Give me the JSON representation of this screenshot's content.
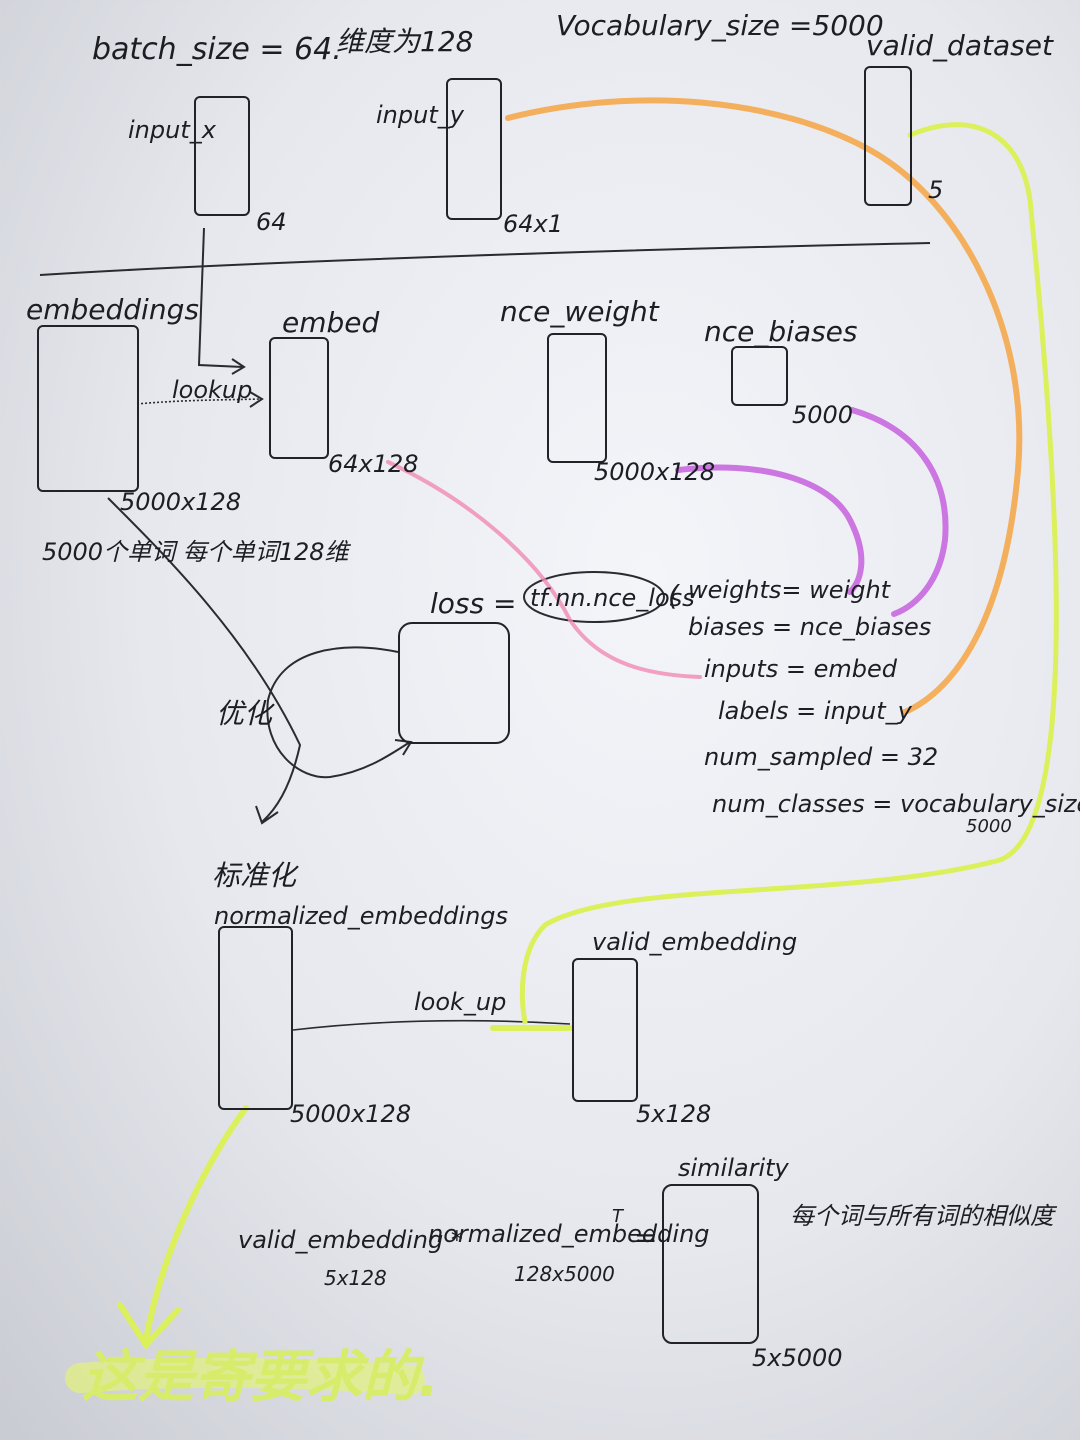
{
  "header": {
    "batch_size": "batch_size = 64.",
    "dim": "维度为128",
    "vocab": "Vocabulary_size =5000",
    "valid_dataset": "valid_dataset"
  },
  "inputs": {
    "input_x": "input_x",
    "input_x_dim": "64",
    "input_y": "input_y",
    "input_y_dim": "64x1",
    "valid_dim": "5"
  },
  "tensors": {
    "embeddings": "embeddings",
    "embeddings_dim": "5000x128",
    "embeddings_note": "5000个单词 每个单词128维",
    "lookup": "lookup",
    "embed": "embed",
    "embed_dim": "64x128",
    "nce_weight": "nce_weight",
    "nce_weight_dim": "5000x128",
    "nce_biases": "nce_biases",
    "nce_biases_dim": "5000"
  },
  "loss": {
    "label": "loss =",
    "fn": "tf.nn.nce_loss",
    "paren": "(",
    "params": [
      "weights= weight",
      "biases = nce_biases",
      "inputs = embed",
      "labels = input_y",
      "num_sampled = 32",
      "num_classes = vocabulary_size"
    ],
    "num_classes_value": "5000",
    "optimize": "优化"
  },
  "normalize": {
    "cn": "标准化",
    "name": "normalized_embeddings",
    "dim": "5000x128",
    "lookup": "look_up",
    "valid_embedding": "valid_embedding",
    "valid_dim": "5x128"
  },
  "similarity": {
    "label": "similarity",
    "lhs1": "valid_embedding *",
    "lhs1_dim": "5x128",
    "lhs2": "normalized_embedding",
    "transpose": "T",
    "lhs2_dim": "128x5000",
    "equals": "=",
    "dim": "5x5000",
    "note": "每个词与所有词的相似度"
  },
  "footer": {
    "note": "这是寄要求的."
  },
  "colors": {
    "ink": "#1d1d24",
    "orange": "#f5a94c",
    "purple": "#c560de",
    "pink": "#f08ab5",
    "yellow": "#dbf05a"
  }
}
